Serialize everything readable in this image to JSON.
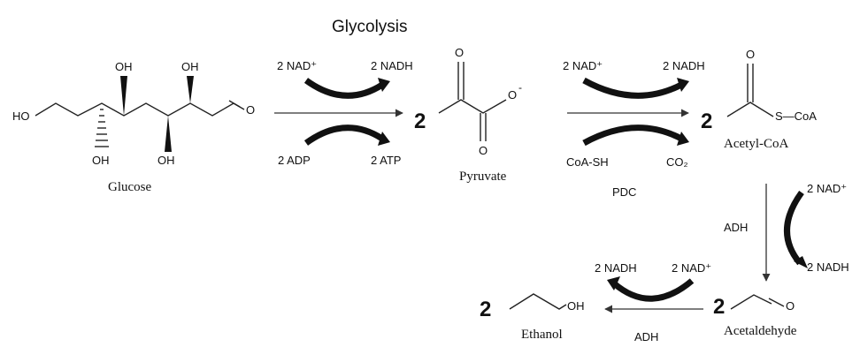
{
  "title": "Glycolysis",
  "molecules": {
    "glucose": {
      "name": "Glucose",
      "oh_top1": "OH",
      "oh_top2": "OH",
      "oh_left": "HO",
      "oh_bottom1": "OH",
      "oh_bottom2": "OH",
      "aldehyde_o": "O"
    },
    "pyruvate": {
      "name": "Pyruvate",
      "o_top": "O",
      "o_minus": "O",
      "minus": "-",
      "o_bottom": "O"
    },
    "acetyl_coa": {
      "name": "Acetyl-CoA",
      "o_top": "O",
      "s_coa": "S—CoA"
    },
    "acetaldehyde": {
      "name": "Acetaldehyde",
      "o": "O"
    },
    "ethanol": {
      "name": "Ethanol",
      "oh": "OH"
    }
  },
  "coefficients": {
    "pyruvate": "2",
    "acetyl_coa": "2",
    "acetaldehyde": "2",
    "ethanol": "2"
  },
  "step1": {
    "top_in": "2 NAD⁺",
    "top_out": "2 NADH",
    "bottom_in": "2 ADP",
    "bottom_out": "2 ATP"
  },
  "step2": {
    "top_in": "2 NAD⁺",
    "top_out": "2 NADH",
    "bottom_in": "CoA-SH",
    "bottom_out": "CO₂",
    "enzyme": "PDC"
  },
  "step3": {
    "in": "2 NAD⁺",
    "out": "2 NADH",
    "enzyme": "ADH"
  },
  "step4": {
    "in": "2 NAD⁺",
    "out": "2 NADH",
    "enzyme": "ADH"
  },
  "colors": {
    "ink": "#111111",
    "line": "#333333"
  }
}
